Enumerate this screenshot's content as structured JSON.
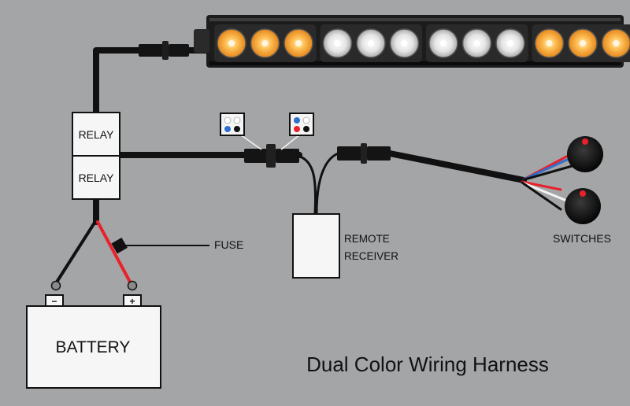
{
  "title": "Dual Color Wiring Harness",
  "relays": [
    "RELAY",
    "RELAY"
  ],
  "fuse_label": "FUSE",
  "receiver_label": [
    "REMOTE",
    "RECEIVER"
  ],
  "switches_label": "SWITCHES",
  "battery": {
    "label": "BATTERY",
    "negative_symbol": "−",
    "positive_symbol": "+"
  },
  "light_bar": {
    "pods": [
      "amber",
      "amber",
      "amber",
      "white",
      "white",
      "white",
      "white",
      "white",
      "white",
      "amber",
      "amber",
      "amber"
    ]
  },
  "colors": {
    "background": "#a4a5a7",
    "wire_black": "#111111",
    "wire_red": "#e8212b",
    "wire_blue": "#2f6fd0",
    "amber": "#f39a1f",
    "white_led": "#f4f4f4",
    "housing": "#1c1c1c"
  }
}
